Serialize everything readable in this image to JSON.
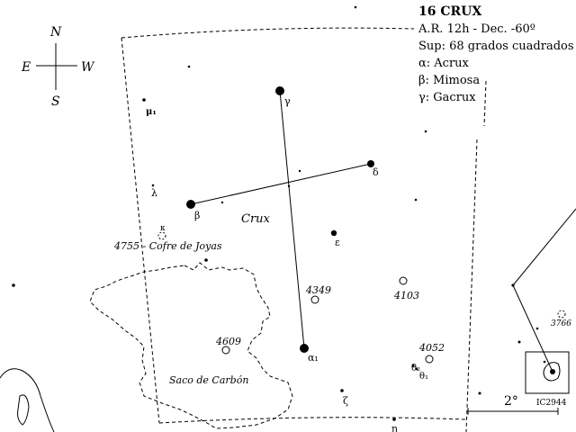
{
  "info": {
    "title": "16  CRUX",
    "coords": "A.R. 12h - Dec. -60º",
    "area": "Sup: 68 grados cuadrados",
    "alpha": "α: Acrux",
    "beta": "β: Mimosa",
    "gamma": "γ: Gacrux"
  },
  "compass": {
    "n": "N",
    "s": "S",
    "e": "E",
    "w": "W"
  },
  "constellation_name": "Crux",
  "star_labels": {
    "gamma": "γ",
    "beta": "β",
    "delta": "δ",
    "epsilon": "ε",
    "alpha1": "α₁",
    "lambda": "λ",
    "mu": "μ₁",
    "kappa": "κ",
    "zeta": "ζ",
    "eta": "η",
    "theta": "θ₂",
    "theta1": "θ₁"
  },
  "objects": {
    "cluster_4755": "4755 - Cofre de Joyas",
    "ngc_4349": "4349",
    "ngc_4103": "4103",
    "ngc_4609": "4609",
    "ngc_4052": "4052",
    "coalsack": "Saco de Carbón",
    "ngc_3766": "3766",
    "ic_2944": "IC2944"
  },
  "scale_label": "2°",
  "colors": {
    "ink": "#000000",
    "background": "#ffffff"
  }
}
